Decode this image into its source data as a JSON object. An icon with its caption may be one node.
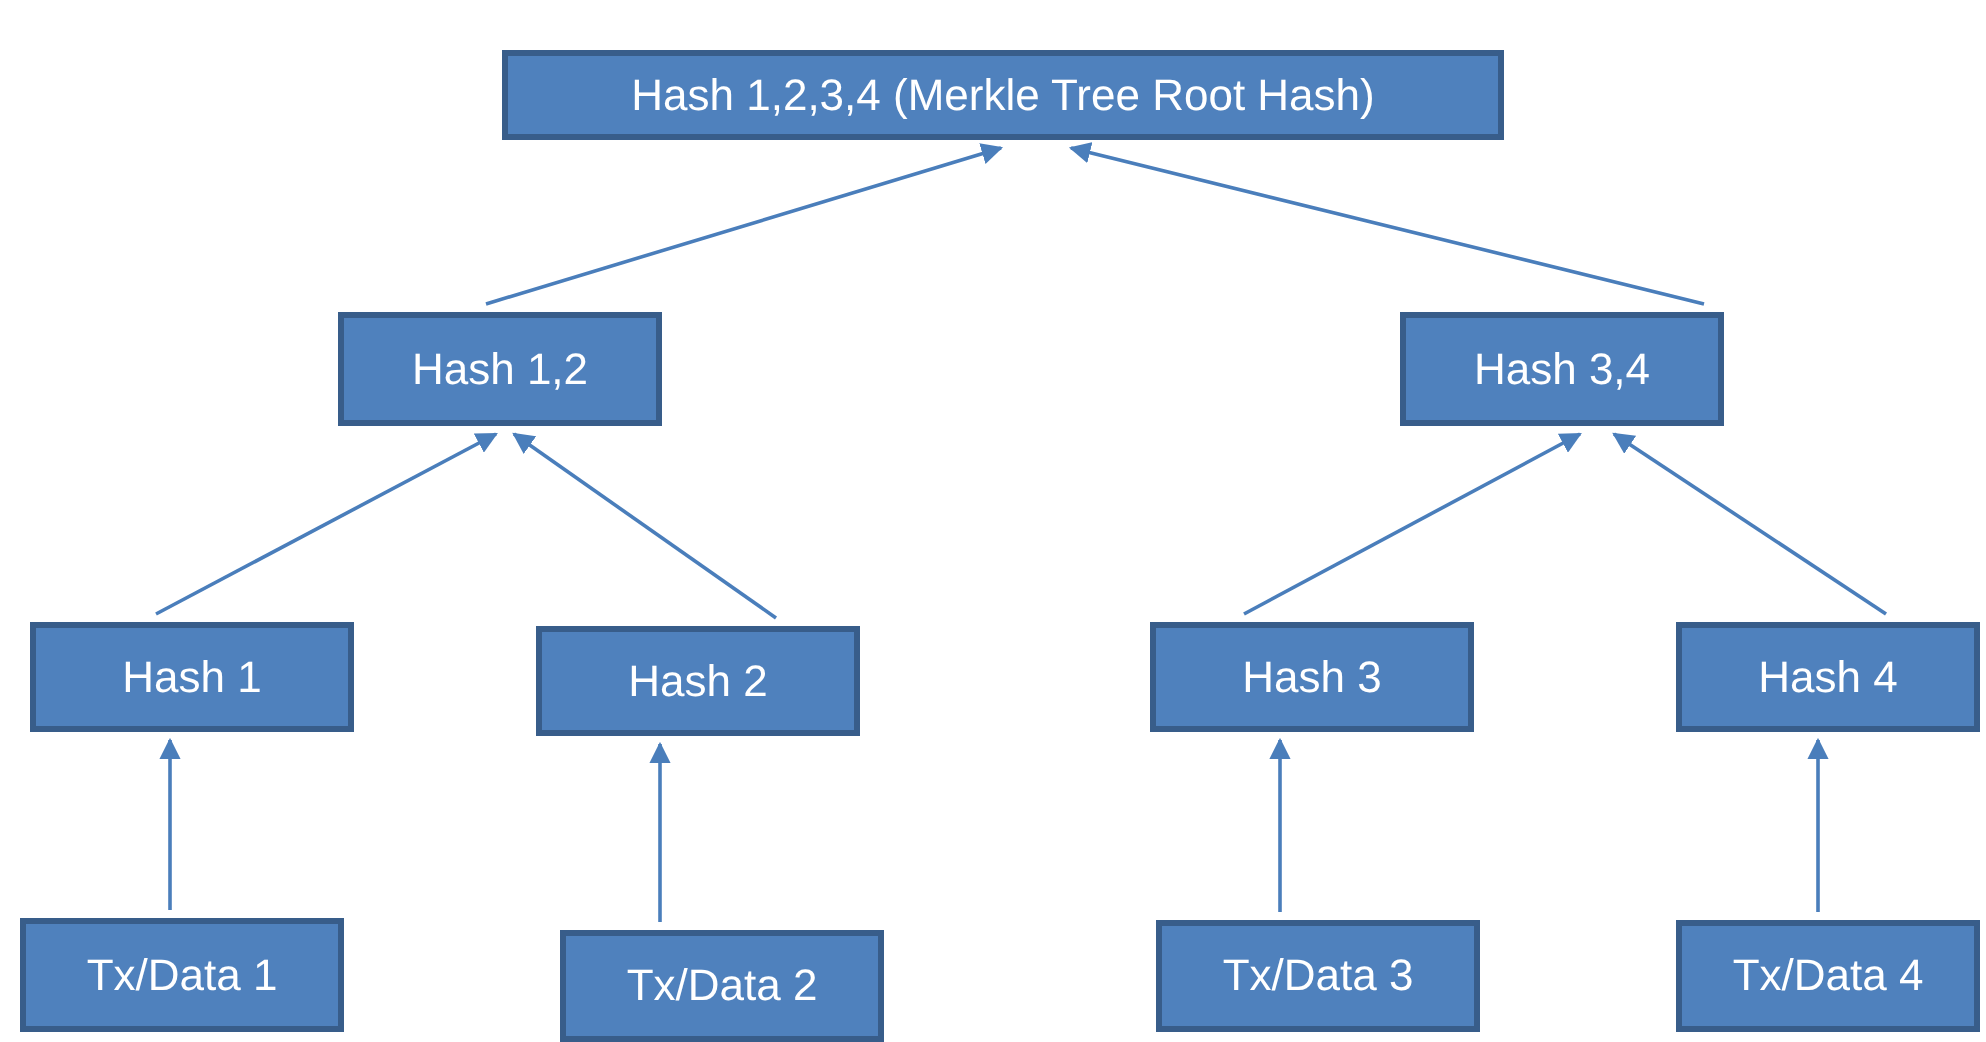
{
  "diagram": {
    "nodes": [
      {
        "text": [
          "Hash 1,2,3,4 (Merkle Tree Root Hash)"
        ]
      },
      {
        "text": [
          "Hash 1,2"
        ]
      },
      {
        "text": [
          "Hash 3,4"
        ]
      },
      {
        "text": [
          "Hash 1"
        ]
      },
      {
        "text": [
          "Hash 2"
        ]
      },
      {
        "text": [
          "Hash 3"
        ]
      },
      {
        "text": [
          "Hash 4"
        ]
      },
      {
        "text": [
          "Tx/Data 1"
        ]
      },
      {
        "text": [
          "Tx/Data 2"
        ]
      },
      {
        "text": [
          "Tx/Data 3"
        ]
      },
      {
        "text": [
          "Tx/Data 4"
        ]
      }
    ],
    "edges": [
      {
        "from": 1,
        "to": 0,
        "arrow": "to"
      },
      {
        "from": 2,
        "to": 0,
        "arrow": "to"
      },
      {
        "from": 3,
        "to": 1,
        "arrow": "to"
      },
      {
        "from": 4,
        "to": 1,
        "arrow": "to"
      },
      {
        "from": 5,
        "to": 2,
        "arrow": "to"
      },
      {
        "from": 6,
        "to": 2,
        "arrow": "to"
      },
      {
        "from": 7,
        "to": 3,
        "arrow": "to"
      },
      {
        "from": 8,
        "to": 4,
        "arrow": "to"
      },
      {
        "from": 9,
        "to": 5,
        "arrow": "to"
      },
      {
        "from": 10,
        "to": 6,
        "arrow": "to"
      }
    ]
  }
}
